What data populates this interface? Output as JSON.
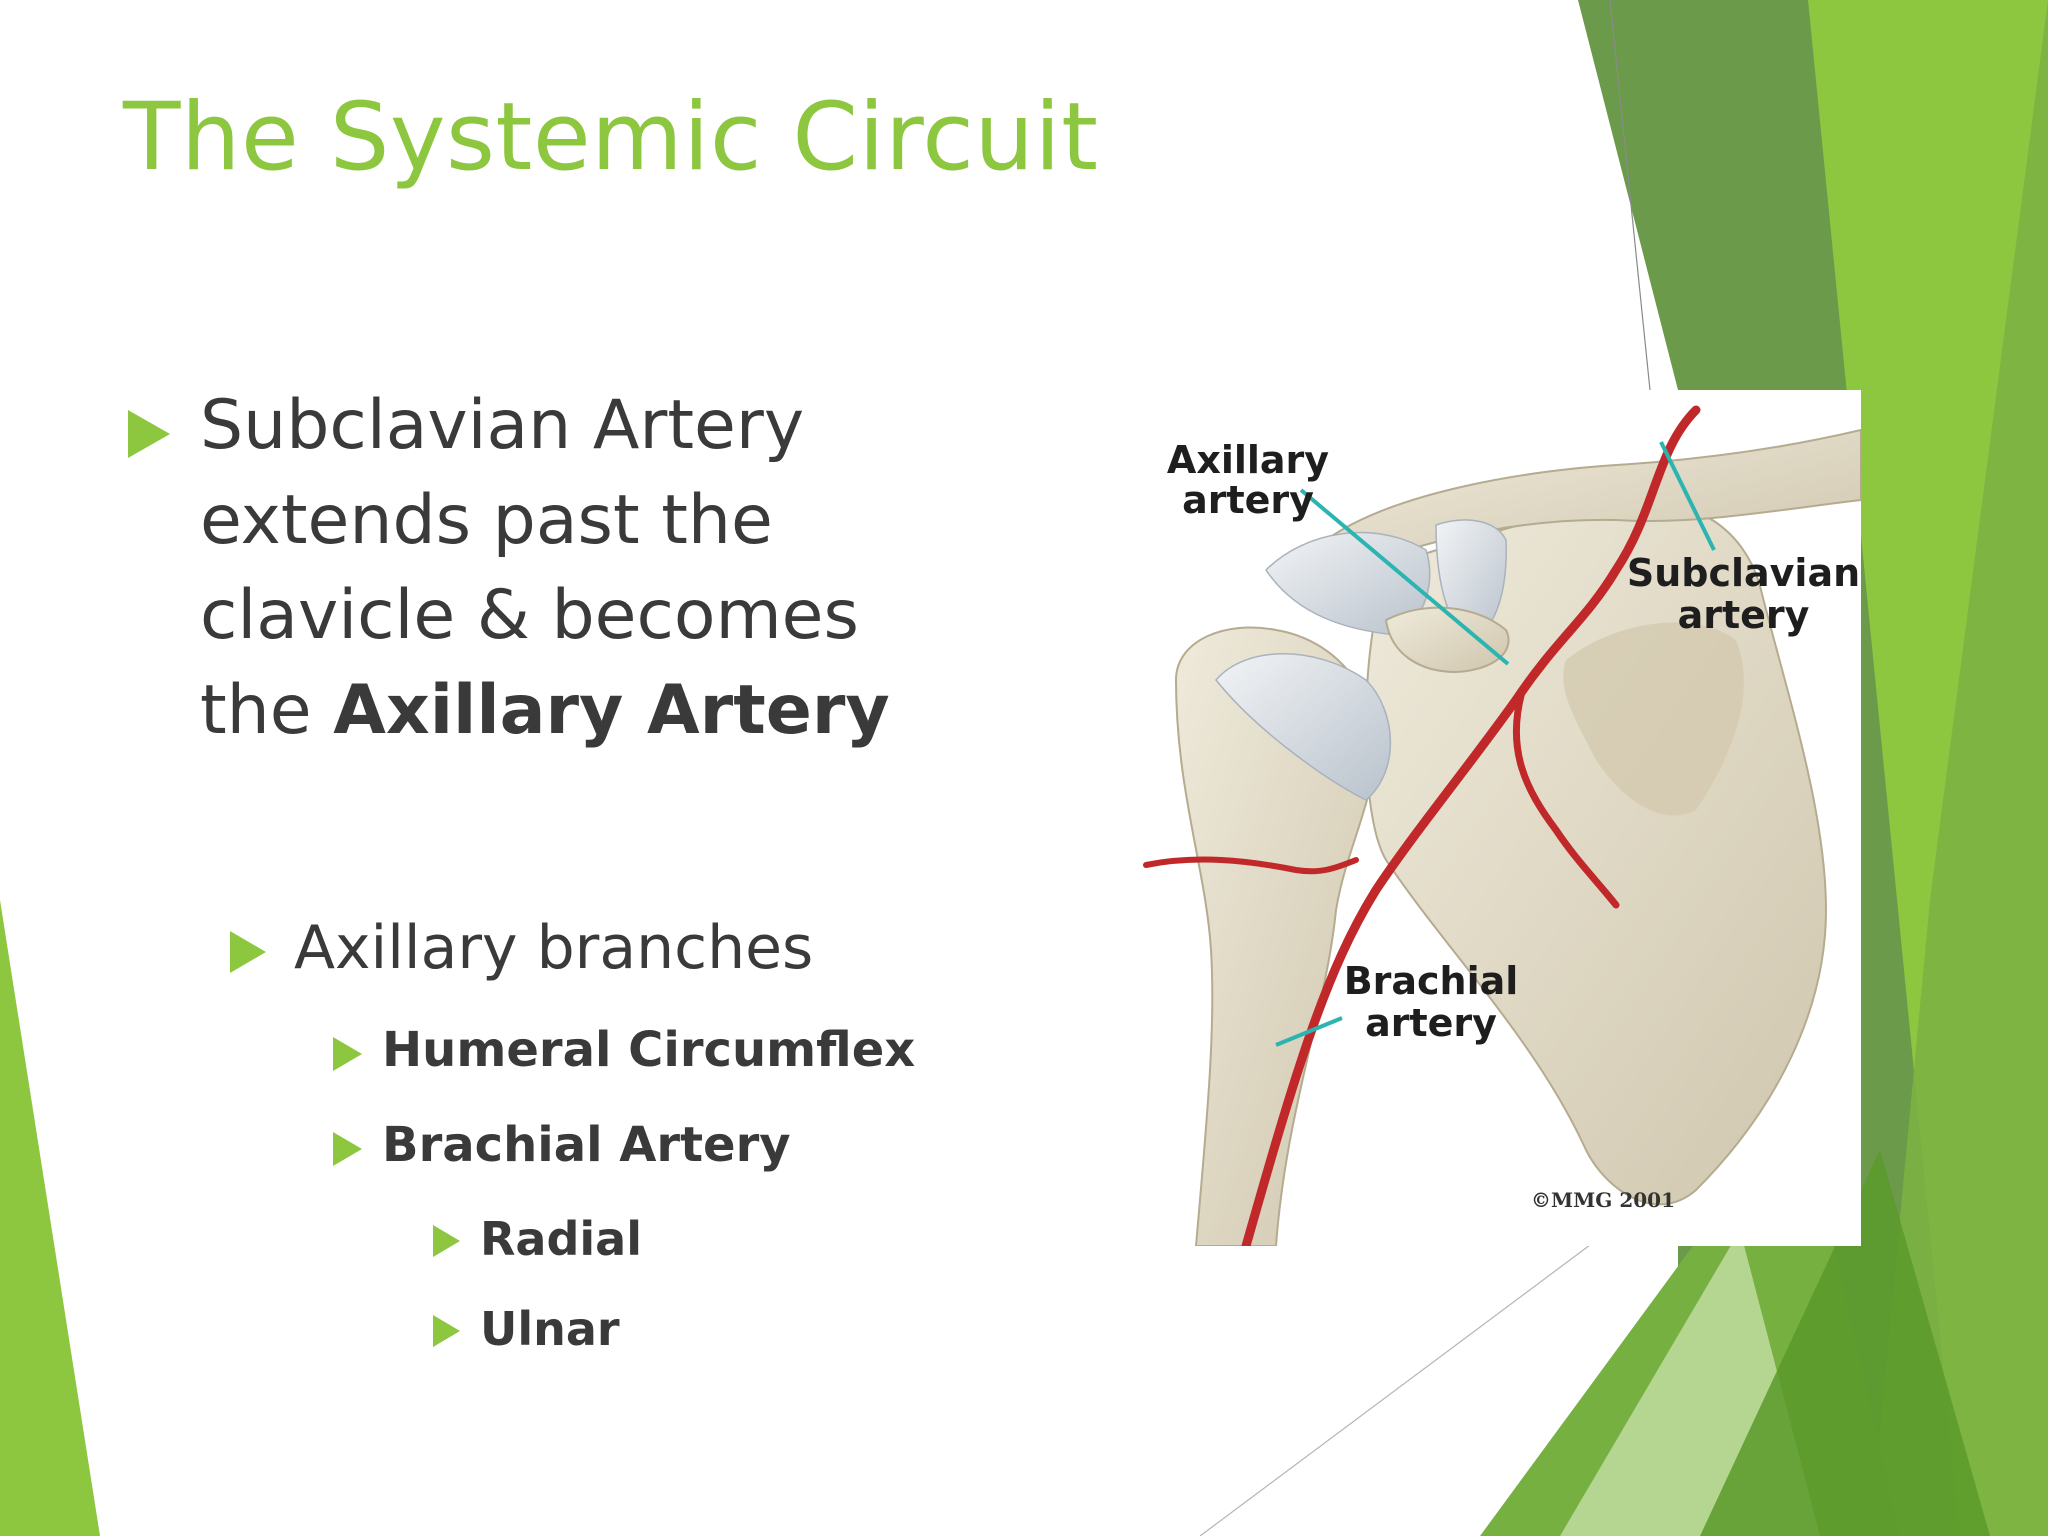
{
  "slide": {
    "title": "The Systemic Circuit",
    "main_bullet": {
      "text_before_bold": "Subclavian Artery extends past the clavicle & becomes the ",
      "bold_text": "Axillary Artery"
    },
    "sub_bullet": "Axillary branches",
    "branches": [
      {
        "label": "Humeral Circumflex"
      },
      {
        "label": "Brachial Artery"
      }
    ],
    "brachial_branches": [
      {
        "label": "Radial"
      },
      {
        "label": "Ulnar"
      }
    ]
  },
  "illustration": {
    "labels": {
      "axillary_line1": "Axillary",
      "axillary_line2": "artery",
      "subclavian_line1": "Subclavian",
      "subclavian_line2": "artery",
      "brachial_line1": "Brachial",
      "brachial_line2": "artery"
    },
    "copyright": "©MMG 2001"
  },
  "colors": {
    "accent_green": "#8dc63f",
    "dark_green": "#6b9a4a",
    "text_gray": "#3a3a3a",
    "artery_red": "#c0282a",
    "pointer_teal": "#2cb5b0",
    "bone": "#e3dcc8"
  }
}
